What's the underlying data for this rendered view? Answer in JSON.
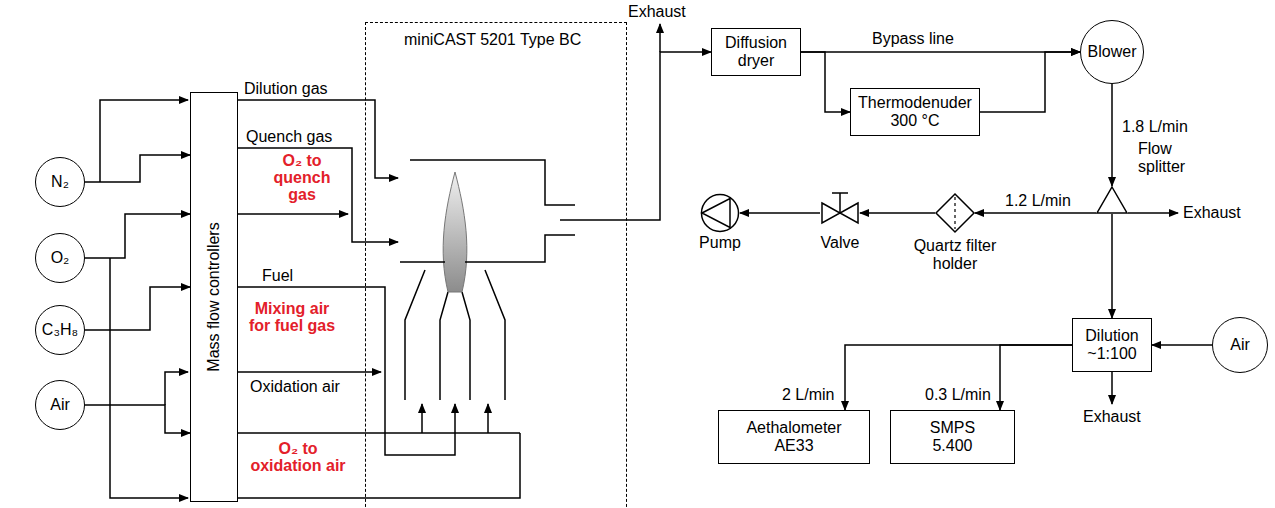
{
  "diagram": {
    "nodes": [
      {
        "text": [
          "N₂"
        ]
      },
      {
        "text": [
          "O₂"
        ]
      },
      {
        "text": [
          "C₃H₈"
        ]
      },
      {
        "text": [
          "Air"
        ]
      },
      {
        "text": [
          "Mass flow controllers"
        ]
      },
      {
        "text": [
          "miniCAST 5201 Type BC"
        ]
      },
      {
        "text": [
          "Diffusion dryer"
        ]
      },
      {
        "text": [
          "Thermodenuder 300 °C"
        ]
      },
      {
        "text": [
          "Blower"
        ]
      },
      {
        "text": [
          "Flow splitter"
        ]
      },
      {
        "text": [
          "Quartz filter holder"
        ]
      },
      {
        "text": [
          "Valve"
        ]
      },
      {
        "text": [
          "Pump"
        ]
      },
      {
        "text": [
          "Dilution ~1:100"
        ]
      },
      {
        "text": [
          "Air"
        ]
      },
      {
        "text": [
          "Aethalometer AE33"
        ]
      },
      {
        "text": [
          "SMPS 5.400"
        ]
      }
    ],
    "edges": [
      {
        "from": 0,
        "to": 4,
        "arrow": "to"
      },
      {
        "from": 1,
        "to": 4,
        "arrow": "to"
      },
      {
        "from": 2,
        "to": 4,
        "arrow": "to"
      },
      {
        "from": 3,
        "to": 4,
        "arrow": "to"
      },
      {
        "from": 5,
        "to": 6,
        "arrow": "to"
      },
      {
        "from": 6,
        "to": 8,
        "label": "Bypass line",
        "arrow": "to"
      },
      {
        "from": 6,
        "to": 7,
        "arrow": "to"
      },
      {
        "from": 7,
        "to": 8,
        "arrow": "to"
      },
      {
        "from": 8,
        "to": 9,
        "label": "1.8 L/min",
        "arrow": "to"
      },
      {
        "from": 9,
        "to": 10,
        "label": "1.2 L/min",
        "arrow": "to"
      },
      {
        "from": 10,
        "to": 11,
        "arrow": "to"
      },
      {
        "from": 11,
        "to": 12,
        "arrow": "to"
      },
      {
        "from": 9,
        "to": 13,
        "arrow": "to"
      },
      {
        "from": 14,
        "to": 13,
        "arrow": "to"
      },
      {
        "from": 13,
        "to": 15,
        "label": "2 L/min",
        "arrow": "to"
      },
      {
        "from": 13,
        "to": 16,
        "label": "0.3 L/min",
        "arrow": "to"
      }
    ],
    "labels": [
      "Exhaust",
      "Exhaust",
      "Exhaust",
      "Dilution gas",
      "Quench gas",
      "O₂ to quench gas",
      "Fuel",
      "Mixing air for fuel gas",
      "Oxidation air",
      "O₂ to oxidation air"
    ]
  }
}
